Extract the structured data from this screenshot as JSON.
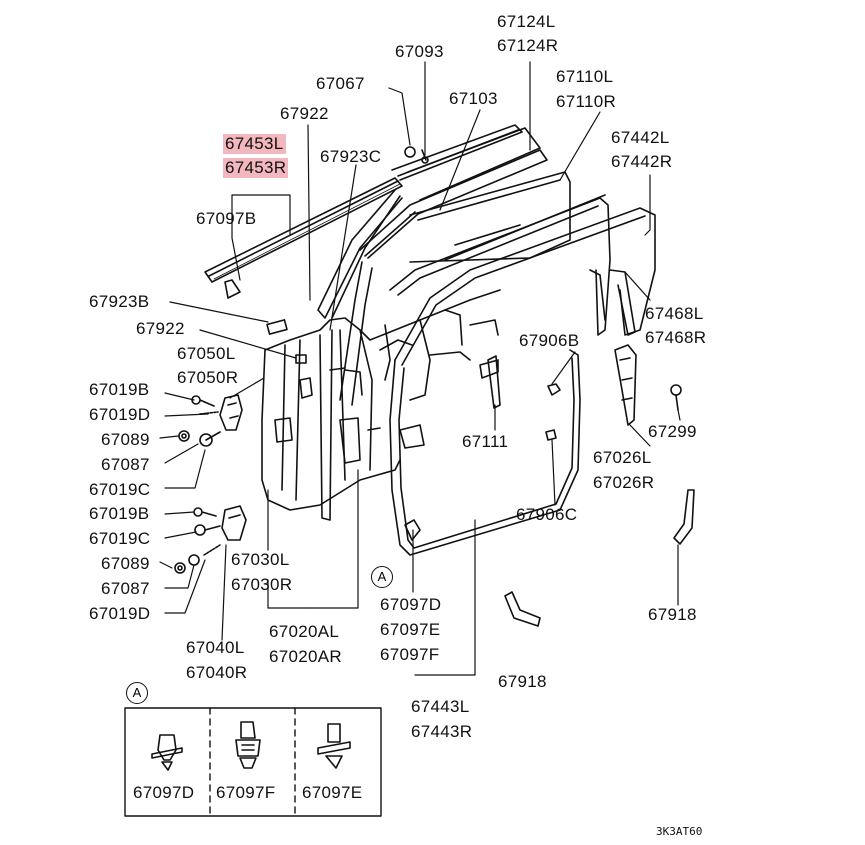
{
  "labels": {
    "p67124L": "67124L",
    "p67124R": "67124R",
    "p67093": "67093",
    "p67067": "67067",
    "p67103": "67103",
    "p67110L": "67110L",
    "p67110R": "67110R",
    "p67922a": "67922",
    "p67453L": "67453L",
    "p67453R": "67453R",
    "p67923C": "67923C",
    "p67442L": "67442L",
    "p67442R": "67442R",
    "p67097B": "67097B",
    "p67923B": "67923B",
    "p67468L": "67468L",
    "p67468R": "67468R",
    "p67922b": "67922",
    "p67906B": "67906B",
    "p67050L": "67050L",
    "p67050R": "67050R",
    "p67019B_1": "67019B",
    "p67019D_1": "67019D",
    "p67089_1": "67089",
    "p67087_1": "67087",
    "p67019C_1": "67019C",
    "p67111": "67111",
    "p67299": "67299",
    "p67026L": "67026L",
    "p67026R": "67026R",
    "p67906C": "67906C",
    "p67019B_2": "67019B",
    "p67019C_2": "67019C",
    "p67089_2": "67089",
    "p67087_2": "67087",
    "p67019D_2": "67019D",
    "p67030L": "67030L",
    "p67030R": "67030R",
    "p67097D": "67097D",
    "p67097E": "67097E",
    "p67097F": "67097F",
    "p67918a": "67918",
    "p67020AL": "67020AL",
    "p67020AR": "67020AR",
    "p67040L": "67040L",
    "p67040R": "67040R",
    "p67918b": "67918",
    "p67443L": "67443L",
    "p67443R": "67443R",
    "ref_A_main": "A",
    "ref_A_box": "A",
    "box_67097D": "67097D",
    "box_67097F": "67097F",
    "box_67097E": "67097E",
    "code": "3K3AT60"
  },
  "colors": {
    "highlight": "#f2b8bd",
    "line": "#111111"
  }
}
